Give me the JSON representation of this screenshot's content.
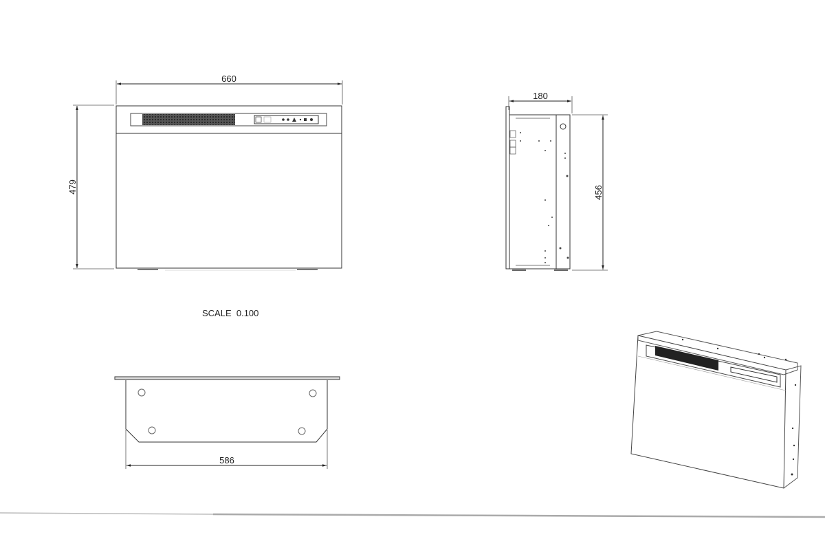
{
  "drawing": {
    "scale_label": "SCALE  0.100",
    "front_view": {
      "width_dim": "660",
      "height_dim": "479"
    },
    "side_view": {
      "depth_dim": "180",
      "height_dim": "456"
    },
    "bottom_view": {
      "width_dim": "586"
    },
    "isometric_view": {}
  },
  "colors": {
    "line": "#333333",
    "vent": "#3a3a3a",
    "rule": "#bbbbbb"
  }
}
